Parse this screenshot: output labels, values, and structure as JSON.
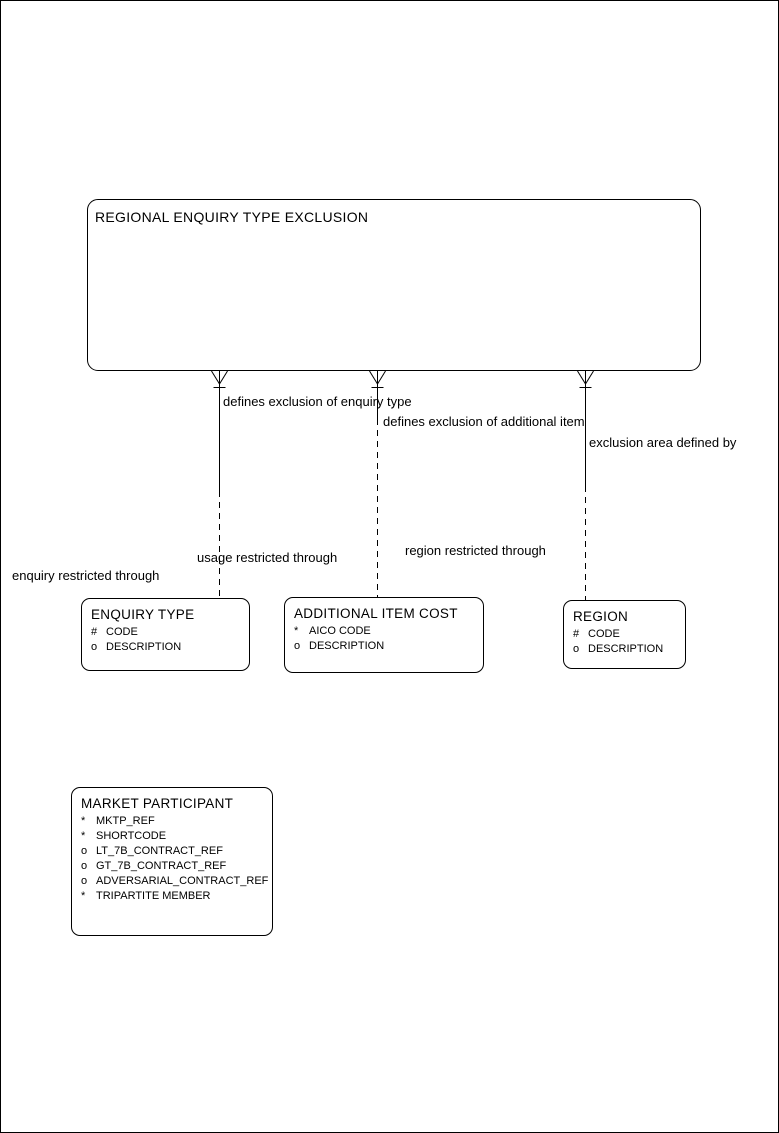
{
  "diagram": {
    "root_entity": {
      "name": "REGIONAL ENQUIRY TYPE EXCLUSION"
    },
    "entities": [
      {
        "name": "ENQUIRY TYPE",
        "attributes": [
          {
            "marker": "#",
            "label": "CODE"
          },
          {
            "marker": "o",
            "label": "DESCRIPTION"
          }
        ]
      },
      {
        "name": "ADDITIONAL ITEM COST",
        "attributes": [
          {
            "marker": "*",
            "label": "AICO CODE"
          },
          {
            "marker": "o",
            "label": "DESCRIPTION"
          }
        ]
      },
      {
        "name": "REGION",
        "attributes": [
          {
            "marker": "#",
            "label": "CODE"
          },
          {
            "marker": "o",
            "label": "DESCRIPTION"
          }
        ]
      },
      {
        "name": "MARKET PARTICIPANT",
        "attributes": [
          {
            "marker": "*",
            "label": "MKTP_REF"
          },
          {
            "marker": "*",
            "label": "SHORTCODE"
          },
          {
            "marker": "o",
            "label": "LT_7B_CONTRACT_REF"
          },
          {
            "marker": "o",
            "label": "GT_7B_CONTRACT_REF"
          },
          {
            "marker": "o",
            "label": "ADVERSARIAL_CONTRACT_REF"
          },
          {
            "marker": "*",
            "label": "TRIPARTITE MEMBER"
          }
        ]
      }
    ],
    "relationships": [
      {
        "label": "defines exclusion of enquiry type"
      },
      {
        "label": "defines exclusion of additional item"
      },
      {
        "label": "exclusion area defined by"
      },
      {
        "label": "usage restricted through"
      },
      {
        "label": "region restricted through"
      },
      {
        "label": "enquiry restricted through"
      }
    ],
    "colors": {
      "line": "#000000",
      "background": "#ffffff"
    }
  }
}
